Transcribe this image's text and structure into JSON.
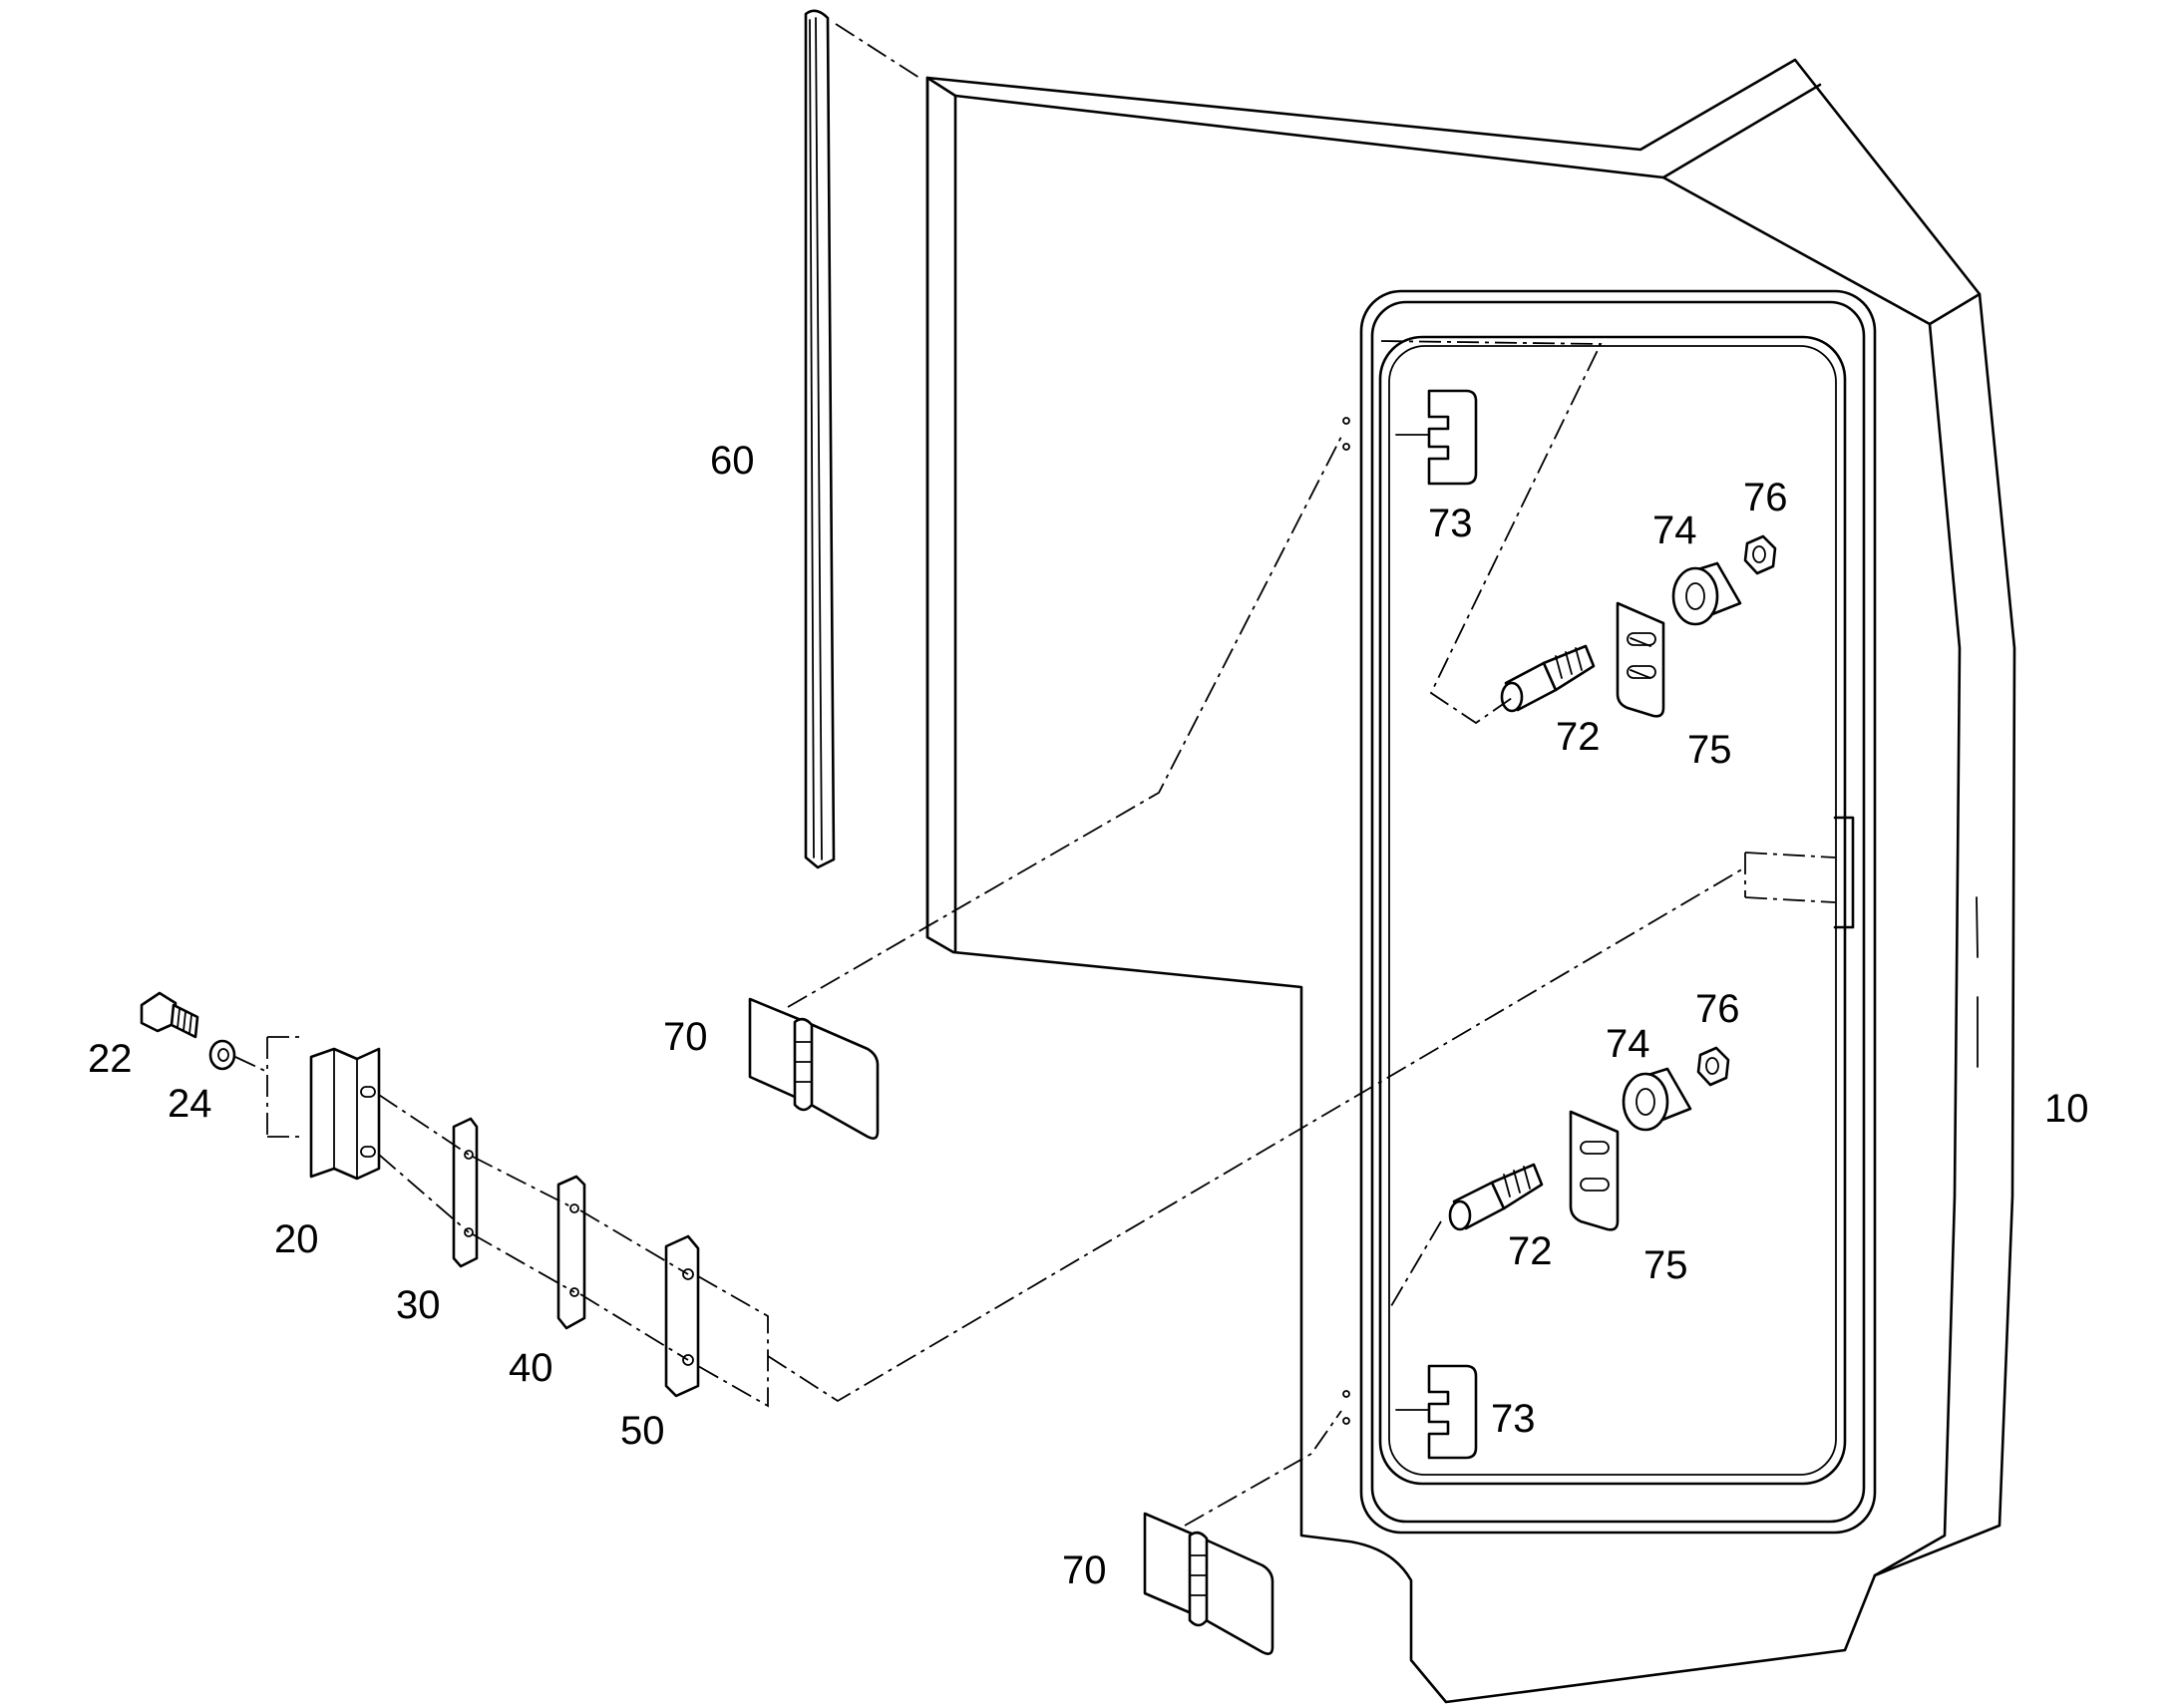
{
  "labels": {
    "p10": "10",
    "p20": "20",
    "p22": "22",
    "p24": "24",
    "p30": "30",
    "p40": "40",
    "p50": "50",
    "p60": "60",
    "p70_upper": "70",
    "p70_lower": "70",
    "p72_upper": "72",
    "p72_lower": "72",
    "p73_upper": "73",
    "p73_lower": "73",
    "p74_upper": "74",
    "p74_lower": "74",
    "p75_upper": "75",
    "p75_lower": "75",
    "p76_upper": "76",
    "p76_lower": "76"
  },
  "colors": {
    "line": "#000000",
    "background": "#ffffff"
  }
}
